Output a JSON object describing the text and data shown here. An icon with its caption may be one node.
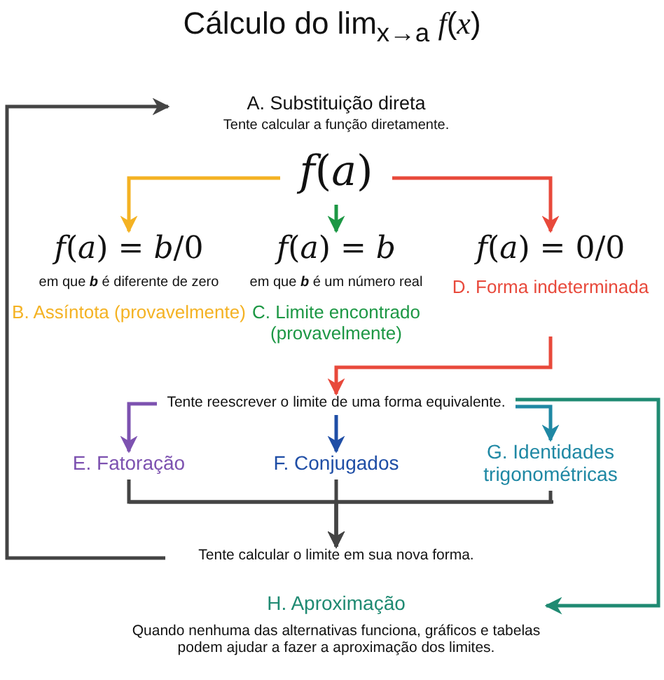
{
  "diagram": {
    "title": "Cálculo do lim$_{x→a}$ *f*(*x*)",
    "nodes": [
      {
        "text": [
          "A. Substituição direta",
          "Tente calcular a função diretamente."
        ]
      },
      {
        "text": [
          "*f*(*a*)"
        ]
      },
      {
        "text": [
          "*f*(*a*) = *b*/0",
          "em que **b** é diferente de zero",
          "B. Assíntota (provavelmente)"
        ]
      },
      {
        "text": [
          "*f*(*a*) = *b*",
          "em que **b** é um número real",
          "C. Limite encontrado (provavelmente)"
        ]
      },
      {
        "text": [
          "*f*(*a*) = 0/0",
          "D. Forma indeterminada"
        ]
      },
      {
        "text": [
          "Tente reescrever o limite de uma forma equivalente."
        ]
      },
      {
        "text": [
          "E. Fatoração"
        ]
      },
      {
        "text": [
          "F. Conjugados"
        ]
      },
      {
        "text": [
          "G. Identidades trigonométricas"
        ]
      },
      {
        "text": [
          "Tente calcular o limite em sua nova forma."
        ]
      },
      {
        "text": [
          "H. Aproximação",
          "Quando nenhuma das alternativas funciona, gráficos e tabelas podem ajudar a fazer a aproximação dos limites."
        ]
      }
    ],
    "edges": [
      {
        "from": 1,
        "to": 2,
        "arrow": "to",
        "color": "#f4b223"
      },
      {
        "from": 1,
        "to": 3,
        "arrow": "to",
        "color": "#1c9744"
      },
      {
        "from": 1,
        "to": 4,
        "arrow": "to",
        "color": "#e8493b"
      },
      {
        "from": 4,
        "to": 5,
        "arrow": "to",
        "color": "#e8493b"
      },
      {
        "from": 5,
        "to": 6,
        "arrow": "to",
        "color": "#7d52b0"
      },
      {
        "from": 5,
        "to": 7,
        "arrow": "to",
        "color": "#1f4ea6"
      },
      {
        "from": 5,
        "to": 8,
        "arrow": "to",
        "color": "#1f88a4"
      },
      {
        "from": 5,
        "to": 10,
        "arrow": "to",
        "color": "#1f8a72"
      },
      {
        "from": 6,
        "to": 9,
        "arrow": "to",
        "color": "#444444"
      },
      {
        "from": 7,
        "to": 9,
        "arrow": "to",
        "color": "#444444"
      },
      {
        "from": 8,
        "to": 9,
        "arrow": "to",
        "color": "#444444"
      },
      {
        "from": 9,
        "to": 0,
        "arrow": "to",
        "color": "#444444"
      }
    ]
  }
}
